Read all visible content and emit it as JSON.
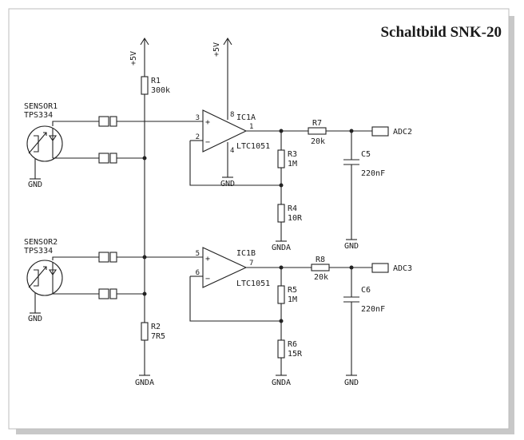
{
  "title": "Schaltbild SNK-20",
  "rail_labels": {
    "vcc_left": "+5V",
    "vcc_op": "+5V"
  },
  "sensors": [
    {
      "name": "SENSOR1",
      "part": "TPS334",
      "gnd": "GND"
    },
    {
      "name": "SENSOR2",
      "part": "TPS334",
      "gnd": "GND"
    }
  ],
  "opamps": [
    {
      "name": "IC1A",
      "part": "LTC1051",
      "pin_plus": "3",
      "pin_minus": "2",
      "pin_out": "1",
      "pin_vcc": "8",
      "pin_gnd": "4",
      "gnd": "GND"
    },
    {
      "name": "IC1B",
      "part": "LTC1051",
      "pin_plus": "5",
      "pin_minus": "6",
      "pin_out": "7"
    }
  ],
  "resistors": [
    {
      "ref": "R1",
      "value": "300k"
    },
    {
      "ref": "R2",
      "value": "7R5"
    },
    {
      "ref": "R3",
      "value": "1M"
    },
    {
      "ref": "R4",
      "value": "10R"
    },
    {
      "ref": "R5",
      "value": "1M"
    },
    {
      "ref": "R6",
      "value": "15R"
    },
    {
      "ref": "R7",
      "value": "20k"
    },
    {
      "ref": "R8",
      "value": "20k"
    }
  ],
  "capacitors": [
    {
      "ref": "C5",
      "value": "220nF"
    },
    {
      "ref": "C6",
      "value": "220nF"
    }
  ],
  "outputs": [
    "ADC2",
    "ADC3"
  ],
  "grounds": {
    "gnda_r4": "GNDA",
    "gnda_r6": "GNDA",
    "gnda_r2": "GNDA",
    "gnd_c5": "GND",
    "gnd_c6": "GND"
  }
}
